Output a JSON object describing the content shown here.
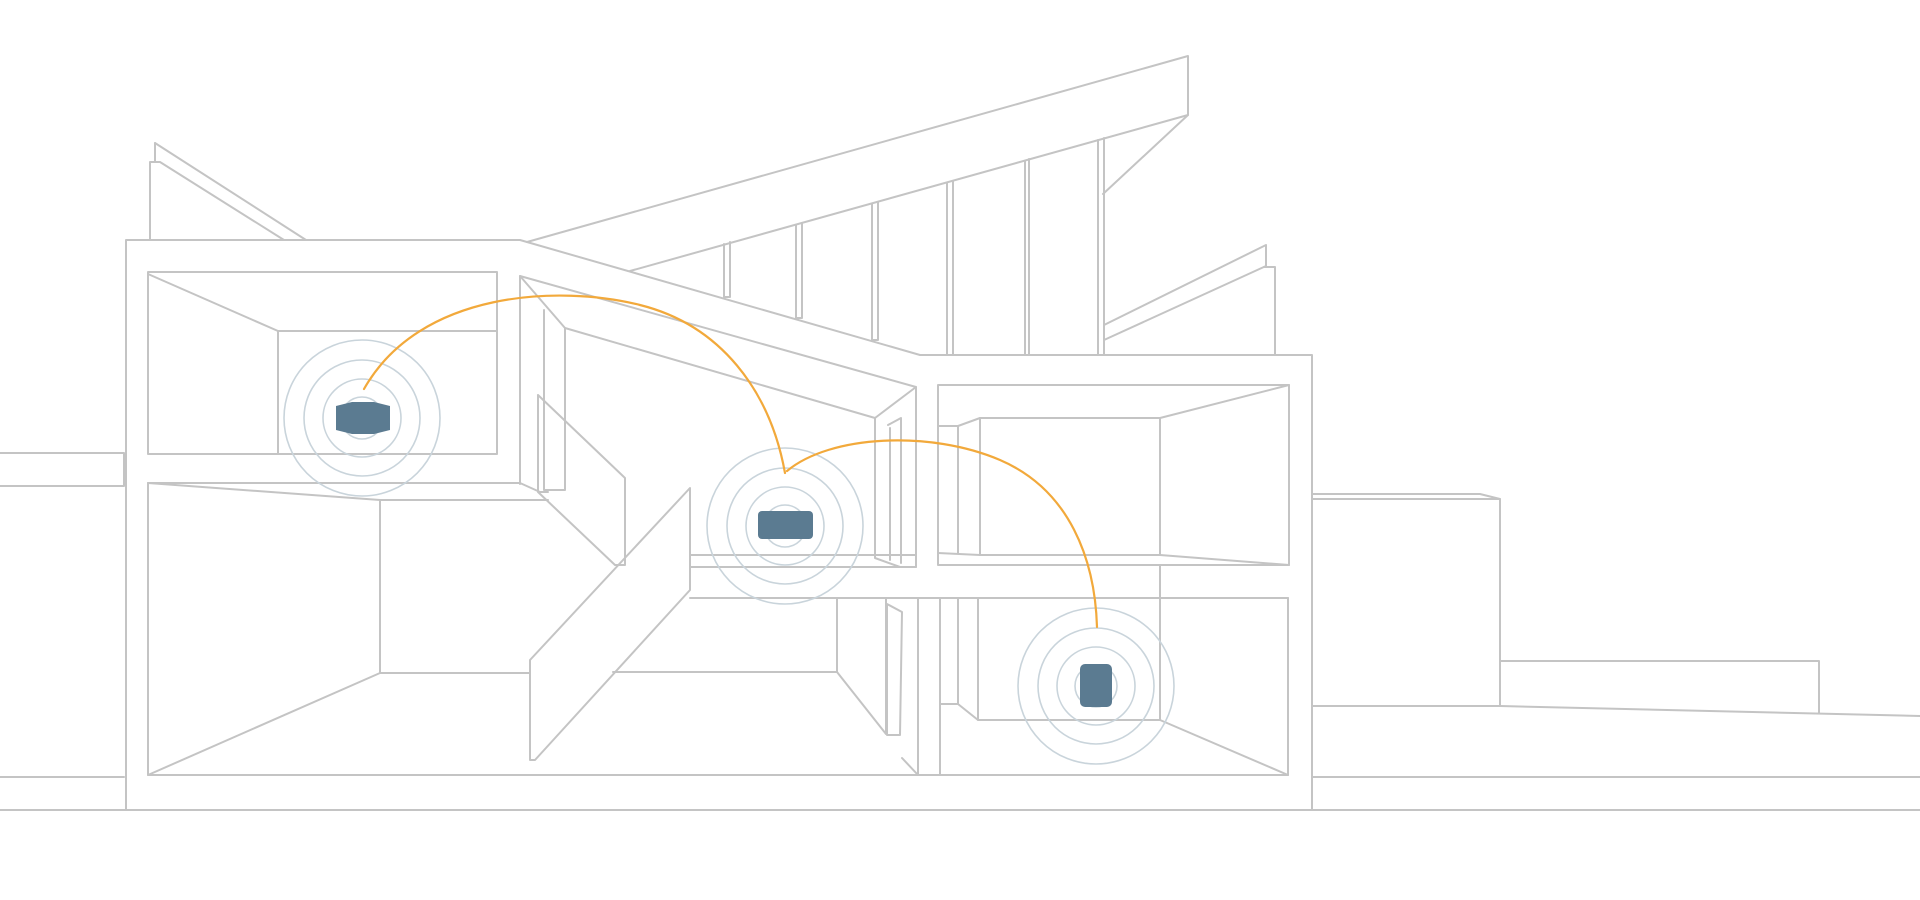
{
  "colors": {
    "line": "#c4c4c4",
    "ring": "#c9d4db",
    "device": "#5b7b91",
    "link": "#f2a93b"
  },
  "devices": [
    {
      "id": "router-upper-left",
      "type": "mesh-router",
      "shape": "wide"
    },
    {
      "id": "node-middle",
      "type": "mesh-node",
      "shape": "wide"
    },
    {
      "id": "node-lower-right",
      "type": "mesh-node",
      "shape": "tall"
    }
  ],
  "links": [
    {
      "from": "router-upper-left",
      "to": "node-middle"
    },
    {
      "from": "node-middle",
      "to": "node-lower-right"
    }
  ],
  "wifi_ring_count": 4
}
